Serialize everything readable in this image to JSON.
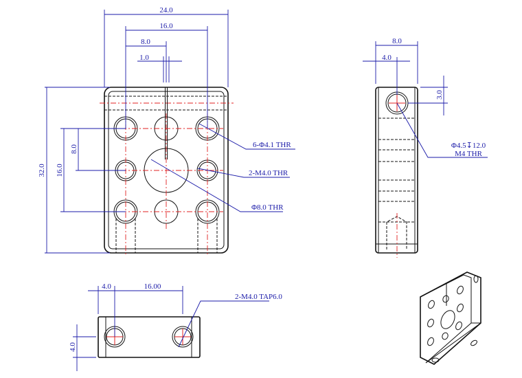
{
  "front_view": {
    "dims": {
      "width": "24.0",
      "hole_span": "16.0",
      "hole_to_center": "8.0",
      "slot": "1.0",
      "height": "32.0",
      "vert_span": "16.0",
      "vert_pitch": "8.0"
    },
    "callouts": {
      "holes": "6-Φ4.1 THR",
      "threads": "2-M4.0 THR",
      "center": "Φ8.0 THR"
    }
  },
  "side_view": {
    "dims": {
      "width": "8.0",
      "half": "4.0",
      "offset": "3.0"
    },
    "callout_line1": "Φ4.5↧12.0",
    "callout_line2": "M4 THR"
  },
  "bottom_view": {
    "dims": {
      "edge": "4.0",
      "span": "16.00",
      "height": "4.0"
    },
    "callout": "2-M4.0 TAP6.0"
  },
  "colors": {
    "dimension": "#1a1aa8",
    "centerline": "#e02020",
    "outline": "#111111"
  }
}
